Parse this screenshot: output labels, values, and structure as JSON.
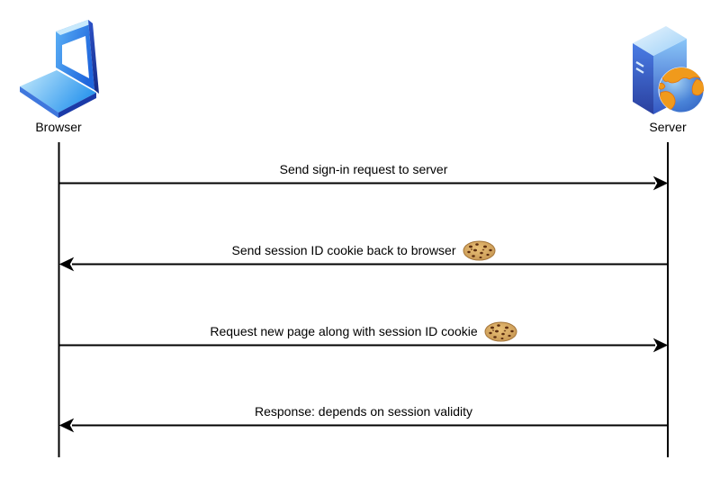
{
  "actors": {
    "browser": {
      "label": "Browser",
      "icon": "laptop-icon"
    },
    "server": {
      "label": "Server",
      "icon": "server-tower-globe-icon"
    }
  },
  "messages": [
    {
      "text": "Send sign-in request to server",
      "from": "browser",
      "to": "server",
      "direction": "right",
      "cookie": false
    },
    {
      "text": "Send session ID cookie back to browser",
      "from": "server",
      "to": "browser",
      "direction": "left",
      "cookie": true
    },
    {
      "text": "Request new page along with session ID cookie",
      "from": "browser",
      "to": "server",
      "direction": "right",
      "cookie": true
    },
    {
      "text": "Response: depends on session validity",
      "from": "server",
      "to": "browser",
      "direction": "left",
      "cookie": false
    }
  ],
  "icons": {
    "cookie": "cookie-icon"
  },
  "colors": {
    "background": "#ffffff",
    "line": "#000000",
    "text": "#000000",
    "laptop_blue": "#2f7de8",
    "server_blue": "#4a7ae0",
    "globe_orange": "#f09a1c",
    "cookie_tan": "#d2a05c"
  }
}
